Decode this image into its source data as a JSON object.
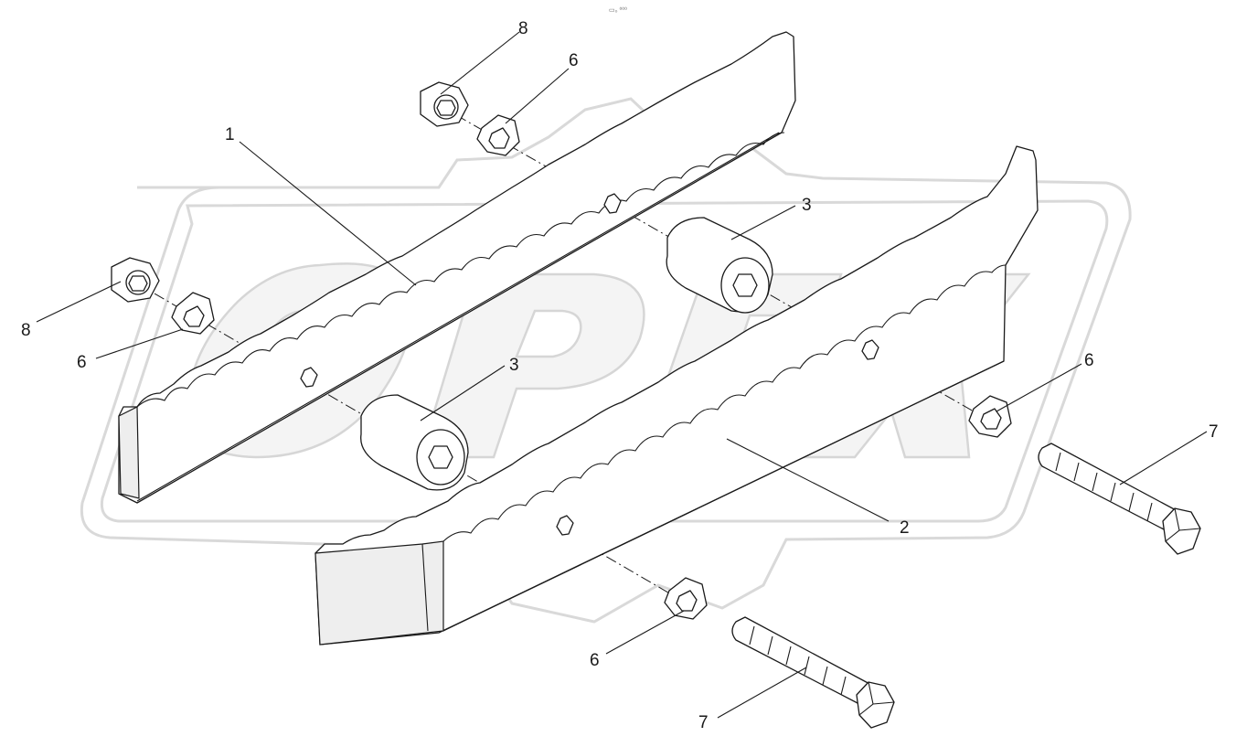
{
  "watermark": {
    "text": "OPEX"
  },
  "header_mark": "▭₀ ⁰⁰⁰",
  "callouts": [
    {
      "id": "c1",
      "label": "1"
    },
    {
      "id": "c2",
      "label": "2"
    },
    {
      "id": "c3a",
      "label": "3"
    },
    {
      "id": "c3b",
      "label": "3"
    },
    {
      "id": "c6a",
      "label": "6"
    },
    {
      "id": "c6b",
      "label": "6"
    },
    {
      "id": "c6c",
      "label": "6"
    },
    {
      "id": "c6d",
      "label": "6"
    },
    {
      "id": "c7a",
      "label": "7"
    },
    {
      "id": "c7b",
      "label": "7"
    },
    {
      "id": "c8a",
      "label": "8"
    },
    {
      "id": "c8b",
      "label": "8"
    }
  ]
}
